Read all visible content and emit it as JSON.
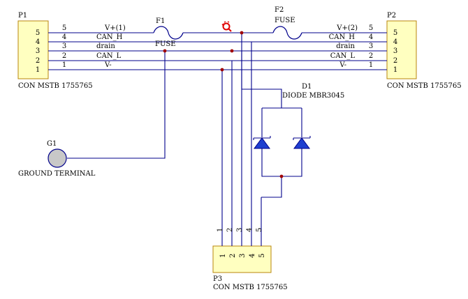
{
  "connectors": {
    "p1": {
      "ref": "P1",
      "part": "CON MSTB 1755765",
      "pins_inside": [
        "5",
        "4",
        "3",
        "2",
        "1"
      ],
      "pins_outside": [
        "5",
        "4",
        "3",
        "2",
        "1"
      ],
      "nets": [
        "V+(1)",
        "CAN_H",
        "drain",
        "CAN_L",
        "V-"
      ]
    },
    "p2": {
      "ref": "P2",
      "part": "CON MSTB 1755765",
      "pins_inside": [
        "5",
        "4",
        "3",
        "2",
        "1"
      ],
      "pins_outside": [
        "5",
        "4",
        "3",
        "2",
        "1"
      ],
      "nets": [
        "V+(2)",
        "CAN_H",
        "drain",
        "CAN_L",
        "V-"
      ]
    },
    "p3": {
      "ref": "P3",
      "part": "CON MSTB 1755765",
      "pins_inside": [
        "1",
        "2",
        "3",
        "4",
        "5"
      ],
      "pins_outside": [
        "1",
        "2",
        "3",
        "4",
        "5"
      ]
    }
  },
  "fuses": {
    "f1": {
      "ref": "F1",
      "value": "FUSE"
    },
    "f2": {
      "ref": "F2",
      "value": "FUSE"
    }
  },
  "diode": {
    "ref": "D1",
    "part": "DIODE MBR3045"
  },
  "ground": {
    "ref": "G1",
    "label": "GROUND TERMINAL"
  },
  "colors": {
    "wire": "#00008b",
    "connector_fill": "#ffffc0",
    "connector_border": "#b8860b",
    "junction": "#a00000",
    "ground_terminal": "#c8c8c8",
    "diode": "#1f3fcf",
    "probe": "#e00000"
  }
}
